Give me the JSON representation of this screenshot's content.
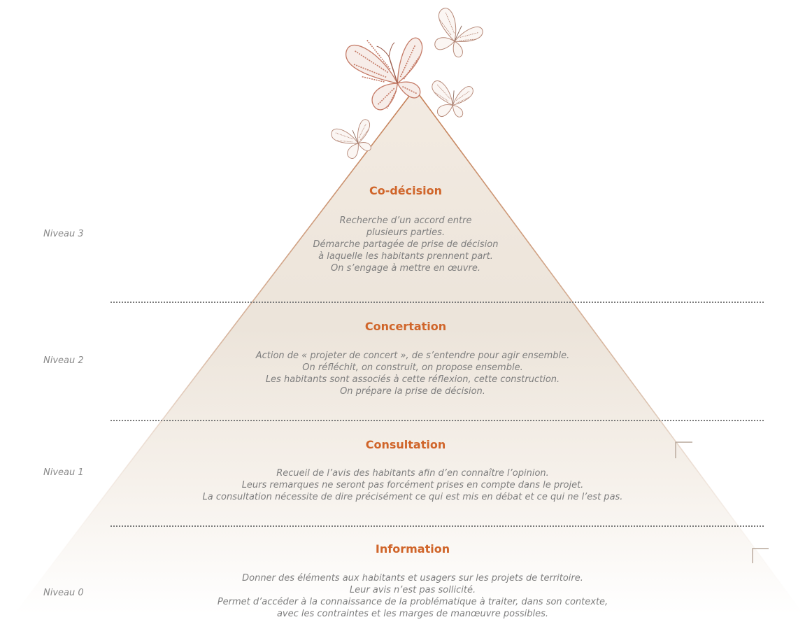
{
  "levels": [
    {
      "level_label": "Niveau 3",
      "title": "Co-décision",
      "description": [
        "Recherche d’un accord entre",
        "plusieurs parties.",
        "Démarche partagée de prise de décision",
        "à laquelle les habitants prennent part.",
        "On s’engage à mettre en œuvre."
      ]
    },
    {
      "level_label": "Niveau 2",
      "title": "Concertation",
      "description": [
        "Action de « projeter de concert », de s’entendre pour agir ensemble.",
        "On réfléchit, on construit, on propose ensemble.",
        "Les habitants sont associés à cette réflexion, cette construction.",
        "On prépare la prise de décision."
      ]
    },
    {
      "level_label": "Niveau 1",
      "title": "Consultation",
      "description": [
        "Recueil de l’avis des habitants afin d’en connaître l’opinion.",
        "Leurs remarques ne seront pas forcément prises en compte dans le projet.",
        "La consultation nécessite de dire précisément ce qui est mis en débat et ce qui ne l’est pas."
      ]
    },
    {
      "level_label": "Niveau 0",
      "title": "Information",
      "description": [
        "Donner des éléments aux habitants et usagers sur les projets de territoire.",
        "Leur avis n’est pas sollicité.",
        "Permet d’accéder à la connaissance de la problématique à traiter, dans son contexte,",
        "avec les contraintes et les marges de manœuvre possibles."
      ]
    }
  ],
  "colors": {
    "title": "#d0652a",
    "pyramid_edge": "#c98a5c",
    "pyramid_fill": "#f3ebe2",
    "text": "#7e7e7e",
    "butterfly": "#c47a66"
  },
  "icons": [
    "butterfly-icon",
    "butterfly-icon",
    "butterfly-icon",
    "butterfly-icon"
  ]
}
